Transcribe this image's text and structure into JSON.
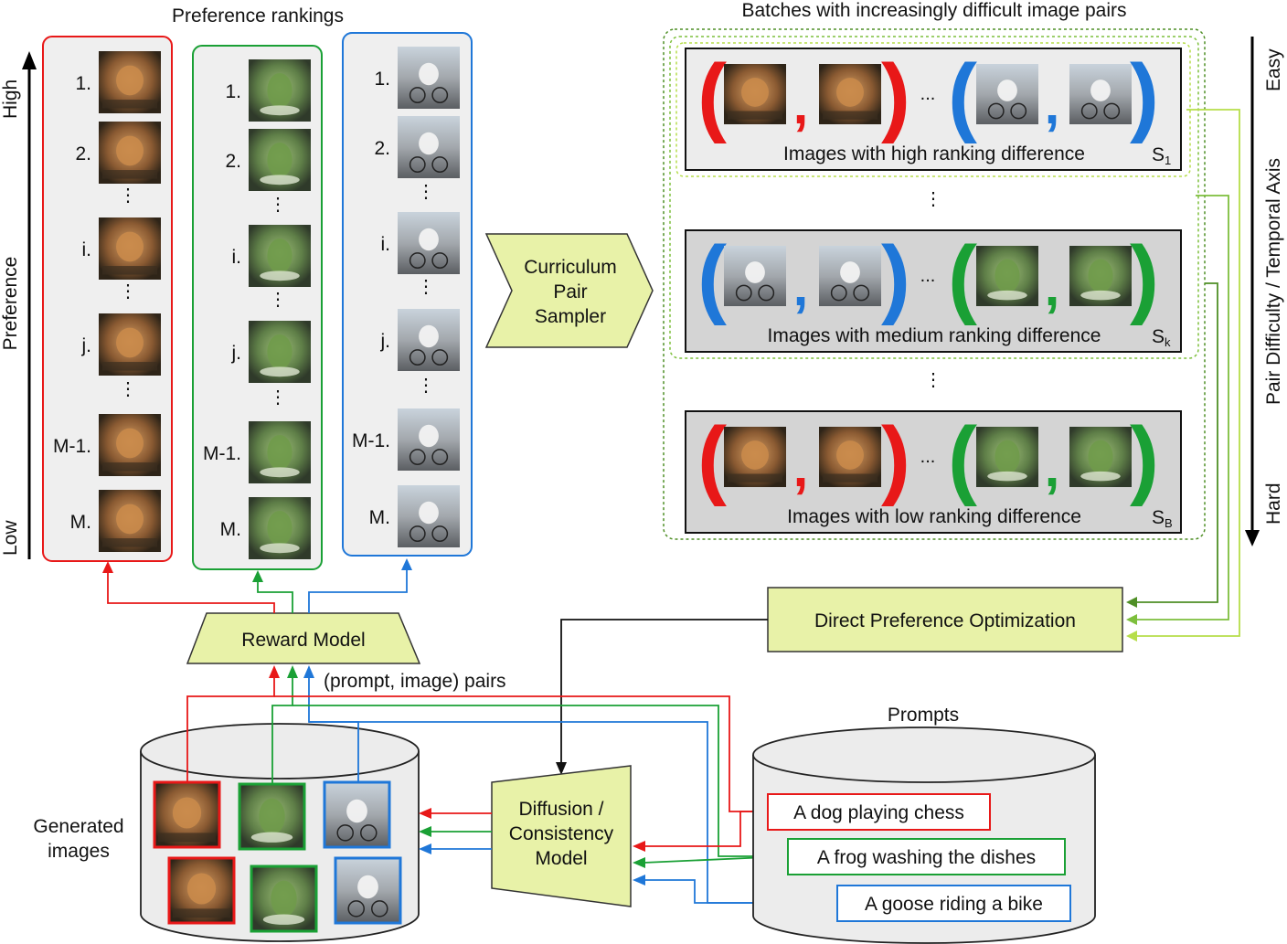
{
  "colors": {
    "dog": "#e81818",
    "frog": "#1aa035",
    "goose": "#1f77d8",
    "block_fill": "#e8f2a8",
    "panel_gray": "#d4d4d4",
    "column_gray": "#efefef",
    "dashed_green": "#5aa03a",
    "lime1": "#b6de4a",
    "lime2": "#7dbf3c",
    "lime3": "#4f8f26"
  },
  "rankings": {
    "title": "Preference rankings",
    "axis_high": "High",
    "axis_low": "Low",
    "axis_label": "Preference",
    "dots": "⋮",
    "columns": [
      {
        "subject": "dog",
        "ranks": [
          "1.",
          "2.",
          "i.",
          "j.",
          "M-1.",
          "M."
        ]
      },
      {
        "subject": "frog",
        "ranks": [
          "1.",
          "2.",
          "i.",
          "j.",
          "M-1.",
          "M."
        ]
      },
      {
        "subject": "goose",
        "ranks": [
          "1.",
          "2.",
          "i.",
          "j.",
          "M-1.",
          "M."
        ]
      }
    ]
  },
  "sampler": {
    "line1": "Curriculum",
    "line2": "Pair",
    "line3": "Sampler"
  },
  "batches": {
    "title": "Batches with increasingly difficult image pairs",
    "ellipsis": "...",
    "vdots": "⋮",
    "comma": ",",
    "items": [
      {
        "caption": "Images with high ranking difference",
        "tag": "S",
        "sub": "1",
        "left": "dog",
        "right": "goose"
      },
      {
        "caption": "Images with medium ranking difference",
        "tag": "S",
        "sub": "k",
        "left": "goose",
        "right": "frog"
      },
      {
        "caption": "Images with low ranking difference",
        "tag": "S",
        "sub": "B",
        "left": "dog",
        "right": "frog"
      }
    ]
  },
  "difficulty_axis": {
    "easy": "Easy",
    "hard": "Hard",
    "label": "Pair Difficulty / Temporal Axis"
  },
  "dpo": {
    "label": "Direct Preference Optimization"
  },
  "reward": {
    "label": "Reward Model"
  },
  "pairs_label": "(prompt, image) pairs",
  "generated": {
    "line1": "Generated",
    "line2": "images"
  },
  "diffusion": {
    "line1": "Diffusion /",
    "line2": "Consistency",
    "line3": "Model"
  },
  "prompts": {
    "title": "Prompts",
    "items": [
      {
        "text": "A dog playing chess",
        "subject": "dog"
      },
      {
        "text": "A frog washing the dishes",
        "subject": "frog"
      },
      {
        "text": "A goose riding a bike",
        "subject": "goose"
      }
    ]
  }
}
